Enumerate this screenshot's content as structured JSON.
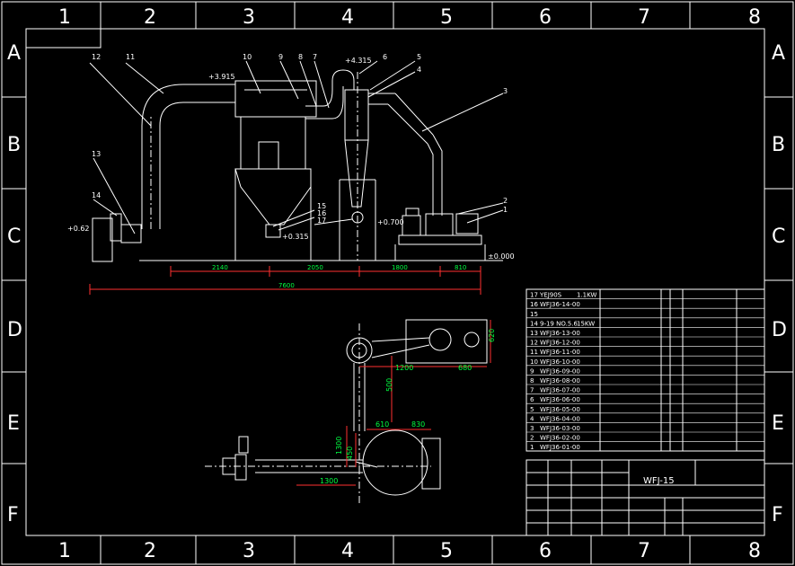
{
  "border": {
    "columns": [
      "1",
      "2",
      "3",
      "4",
      "5",
      "6",
      "7",
      "8"
    ],
    "rows": [
      "A",
      "B",
      "C",
      "D",
      "E",
      "F"
    ]
  },
  "callouts": [
    "1",
    "2",
    "3",
    "4",
    "5",
    "6",
    "7",
    "8",
    "9",
    "10",
    "11",
    "12",
    "13",
    "14",
    "15",
    "16",
    "17"
  ],
  "elevations": {
    "top_left": "+3.915",
    "top_right": "+4.315",
    "fan": "+0.62",
    "hopper": "+0.315",
    "cyclone": "+0.700",
    "ground": "±0.000"
  },
  "dimensions_elevation": {
    "d1": "2140",
    "d2": "2050",
    "d3": "1800",
    "d4": "810",
    "total": "7600"
  },
  "dimensions_plan": {
    "h1": "1200",
    "h2": "680",
    "v1": "620",
    "v2": "500",
    "h3": "610",
    "h4": "830",
    "v3": "1300",
    "v4": "450",
    "h5": "1300"
  },
  "parts_list": [
    {
      "no": "17",
      "code": "YEJ90S",
      "spec": "1.1KW"
    },
    {
      "no": "16",
      "code": "WFJ36-14-00",
      "spec": ""
    },
    {
      "no": "15",
      "code": "",
      "spec": ""
    },
    {
      "no": "14",
      "code": "9-19 NO.5.6",
      "spec": "15KW"
    },
    {
      "no": "13",
      "code": "WFJ36-13-00",
      "spec": ""
    },
    {
      "no": "12",
      "code": "WFJ36-12-00",
      "spec": ""
    },
    {
      "no": "11",
      "code": "WFJ36-11-00",
      "spec": ""
    },
    {
      "no": "10",
      "code": "WFJ36-10-00",
      "spec": ""
    },
    {
      "no": "9",
      "code": "WFJ36-09-00",
      "spec": ""
    },
    {
      "no": "8",
      "code": "WFJ36-08-00",
      "spec": ""
    },
    {
      "no": "7",
      "code": "WFJ36-07-00",
      "spec": ""
    },
    {
      "no": "6",
      "code": "WFJ36-06-00",
      "spec": ""
    },
    {
      "no": "5",
      "code": "WFJ36-05-00",
      "spec": ""
    },
    {
      "no": "4",
      "code": "WFJ36-04-00",
      "spec": ""
    },
    {
      "no": "3",
      "code": "WFJ36-03-00",
      "spec": ""
    },
    {
      "no": "2",
      "code": "WFJ36-02-00",
      "spec": ""
    },
    {
      "no": "1",
      "code": "WFJ36-01-00",
      "spec": ""
    }
  ],
  "title_block": {
    "drawing_title": "WFJ-15",
    "company": ""
  },
  "colors": {
    "background": "#000000",
    "line": "#ffffff",
    "dimension": "#ff3030",
    "dim_text": "#00ff40",
    "title_text": "#ffffff"
  }
}
